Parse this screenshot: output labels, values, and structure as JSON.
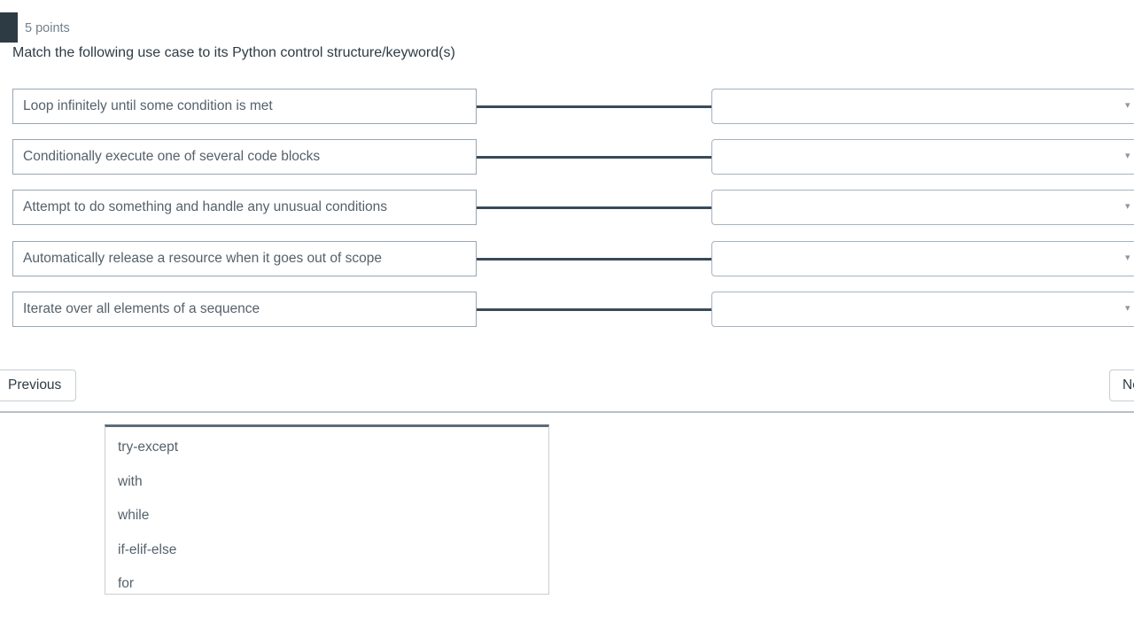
{
  "question": {
    "points_label": "5 points",
    "prompt": "Match the following use case to its Python control structure/keyword(s)",
    "swatch_color": "#2d3b45"
  },
  "match_rows": [
    {
      "left_text": "Loop infinitely until some condition is met",
      "selected_value": "",
      "chevron": "▾"
    },
    {
      "left_text": "Conditionally execute one of several code blocks",
      "selected_value": "",
      "chevron": "▾"
    },
    {
      "left_text": "Attempt to do something and handle any unusual conditions",
      "selected_value": "",
      "chevron": "▾"
    },
    {
      "left_text": "Automatically release a resource when it goes out of scope",
      "selected_value": "",
      "chevron": "▾"
    },
    {
      "left_text": "Iterate over all elements of a sequence",
      "selected_value": "",
      "chevron": "▾"
    }
  ],
  "navigation": {
    "previous_label": "Previous",
    "next_label": "Next"
  },
  "options_panel": {
    "items": [
      {
        "label": "try-except"
      },
      {
        "label": "with"
      },
      {
        "label": "while"
      },
      {
        "label": "if-elif-else"
      },
      {
        "label": "for"
      }
    ]
  },
  "colors": {
    "text_primary": "#2d3b45",
    "text_muted": "#73818c",
    "text_body": "#55616b",
    "border_light": "#9aa6b1",
    "connector": "#394b59",
    "panel_top_border": "#5c6b7a"
  }
}
